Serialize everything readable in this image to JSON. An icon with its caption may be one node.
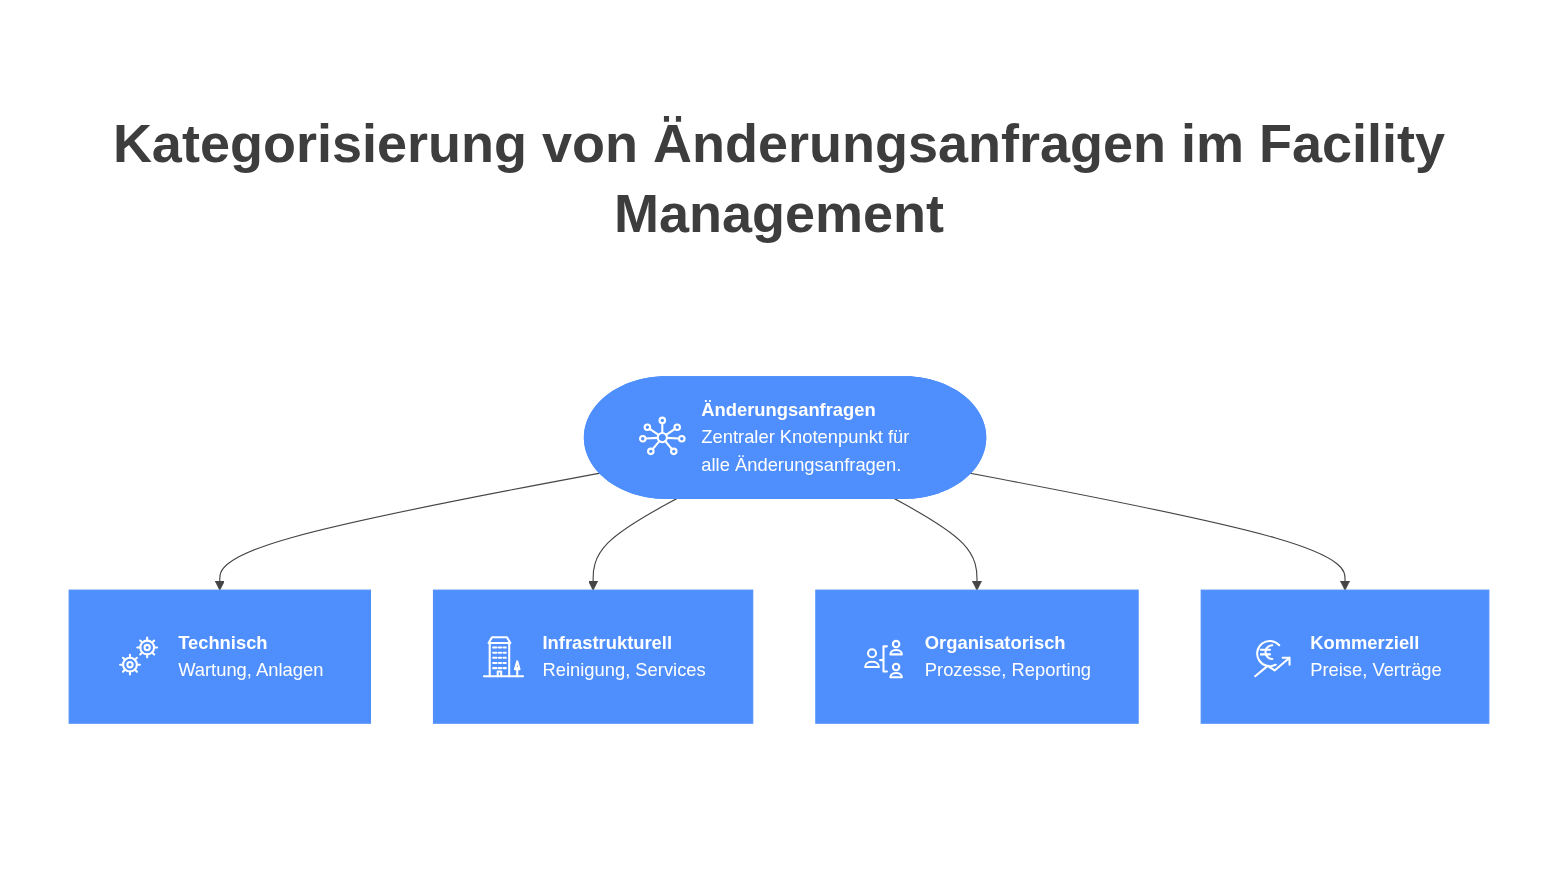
{
  "diagram": {
    "title": "Kategorisierung von Änderungsanfragen im Facility Management",
    "nodes": [
      {
        "text": [
          "Änderungsanfragen",
          "Zentraler Knotenpunkt für alle Änderungsanfragen."
        ]
      },
      {
        "text": [
          "Technisch",
          "Wartung, Anlagen"
        ]
      },
      {
        "text": [
          "Infrastrukturell",
          "Reinigung, Services"
        ]
      },
      {
        "text": [
          "Organisatorisch",
          "Prozesse, Reporting"
        ]
      },
      {
        "text": [
          "Kommerziell",
          "Preise, Verträge"
        ]
      }
    ],
    "edges": [
      {
        "from": 0,
        "to": 1,
        "arrow": "to"
      },
      {
        "from": 0,
        "to": 2,
        "arrow": "to"
      },
      {
        "from": 0,
        "to": 3,
        "arrow": "to"
      },
      {
        "from": 0,
        "to": 4,
        "arrow": "to"
      }
    ]
  }
}
